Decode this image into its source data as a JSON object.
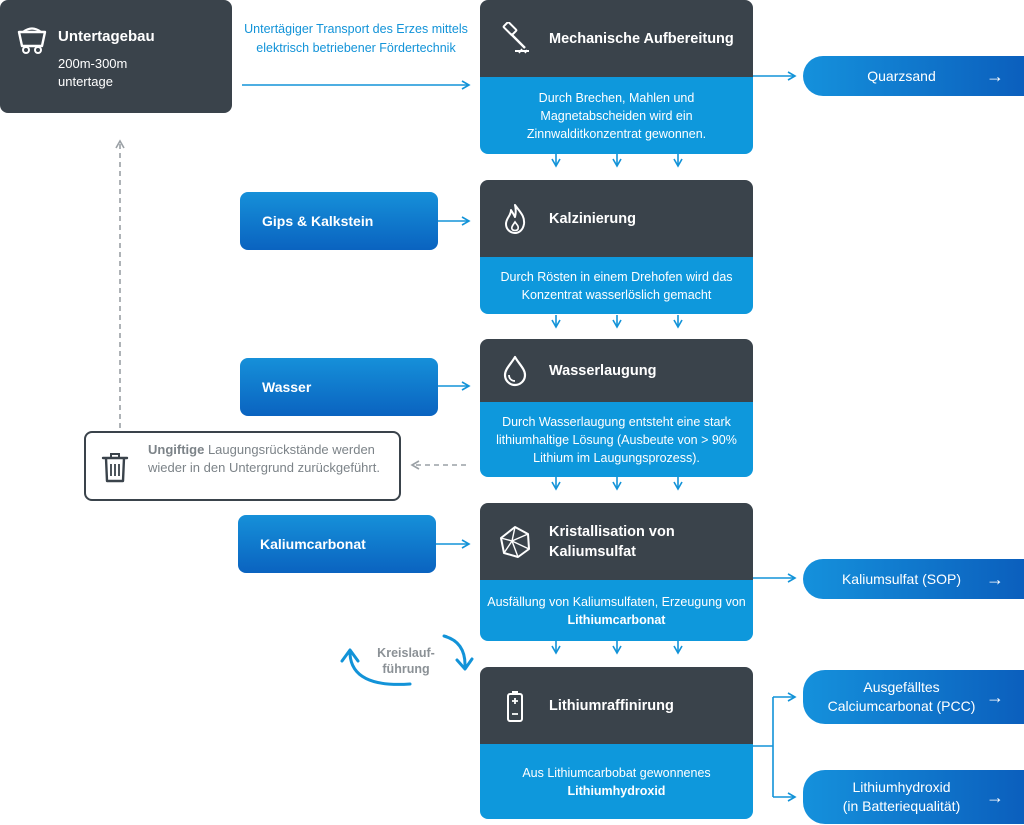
{
  "mine": {
    "title": "Untertagebau",
    "depth": "200m-300m",
    "location": "untertage",
    "icon": "mine-cart-icon"
  },
  "transport_note": "Untertägiger Transport des Erzes mittels elektrisch betriebener Fördertechnik",
  "steps": [
    {
      "title": "Mechanische Aufbereitung",
      "icon": "hammer-icon",
      "description": "Durch Brechen, Mahlen und Magnetabscheiden wird ein Zinnwalditkonzentrat gewonnen."
    },
    {
      "title": "Kalzinierung",
      "icon": "flame-icon",
      "description": "Durch Rösten in einem Drehofen wird das Konzentrat wasserlöslich gemacht"
    },
    {
      "title": "Wasserlaugung",
      "icon": "water-drop-icon",
      "description": "Durch Wasserlaugung entsteht eine stark lithiumhaltige Lösung (Ausbeute von > 90% Lithium im Laugungsprozess)."
    },
    {
      "title": "Kristallisation von Kaliumsulfat",
      "icon": "crystal-icon",
      "description_prefix": "Ausfällung von Kaliumsulfaten, Erzeugung von",
      "description_bold": "Lithiumcarbonat"
    },
    {
      "title": "Lithiumraffinirung",
      "icon": "battery-icon",
      "description_prefix": "Aus Lithiumcarbobat gewonnenes",
      "description_bold": "Lithiumhydroxid"
    }
  ],
  "inputs": {
    "gips": "Gips & Kalkstein",
    "wasser": "Wasser",
    "kalium": "Kaliumcarbonat"
  },
  "outputs": {
    "quarzsand": "Quarzsand",
    "kaliumsulfat": "Kaliumsulfat (SOP)",
    "pcc_line1": "Ausgefälltes",
    "pcc_line2": "Calciumcarbonat (PCC)",
    "lioh_line1": "Lithiumhydroxid",
    "lioh_line2": "(in Batteriequalität)",
    "arrow": "→"
  },
  "residue": {
    "bold": "Ungiftige",
    "text": "Laugungsrückstände werden wieder in den Untergrund zurückgeführt.",
    "icon": "trash-icon"
  },
  "kreislauf": {
    "line1": "Kreislauf-",
    "line2": "führung"
  },
  "colors": {
    "dark": "#3a434b",
    "blue": "#0e98dc",
    "deep_blue": "#0a63c0",
    "grey_text": "#7c8388"
  }
}
